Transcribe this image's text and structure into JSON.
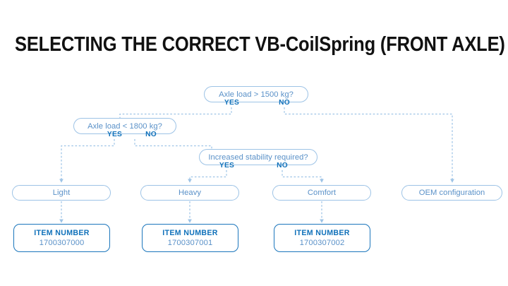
{
  "page": {
    "title": "SELECTING THE CORRECT VB-CoilSpring (FRONT AXLE)",
    "background": "#ffffff"
  },
  "colors": {
    "title_text": "#111111",
    "node_border": "#9dc3e6",
    "node_text": "#5a91c8",
    "branch_label": "#1071ba",
    "connector": "#9dc3e6",
    "item_border": "#1b76bc",
    "item_title": "#1071ba",
    "item_number": "#5a91c8"
  },
  "flowchart": {
    "type": "decision-tree",
    "decisions": [
      {
        "id": "d1",
        "label": "Axle load > 1500 kg?",
        "yes_label": "YES",
        "no_label": "NO",
        "yes_target": "d2",
        "no_target": "r4"
      },
      {
        "id": "d2",
        "label": "Axle load < 1800 kg?",
        "yes_label": "YES",
        "no_label": "NO",
        "yes_target": "r1",
        "no_target": "d3"
      },
      {
        "id": "d3",
        "label": "Increased stability required?",
        "yes_label": "YES",
        "no_label": "NO",
        "yes_target": "r2",
        "no_target": "r3"
      }
    ],
    "results": [
      {
        "id": "r1",
        "label": "Light",
        "item_target": "i1"
      },
      {
        "id": "r2",
        "label": "Heavy",
        "item_target": "i2"
      },
      {
        "id": "r3",
        "label": "Comfort",
        "item_target": "i3"
      },
      {
        "id": "r4",
        "label": "OEM configuration",
        "item_target": null
      }
    ],
    "items": [
      {
        "id": "i1",
        "title": "ITEM NUMBER",
        "number": "1700307000"
      },
      {
        "id": "i2",
        "title": "ITEM NUMBER",
        "number": "1700307001"
      },
      {
        "id": "i3",
        "title": "ITEM NUMBER",
        "number": "1700307002"
      }
    ]
  }
}
